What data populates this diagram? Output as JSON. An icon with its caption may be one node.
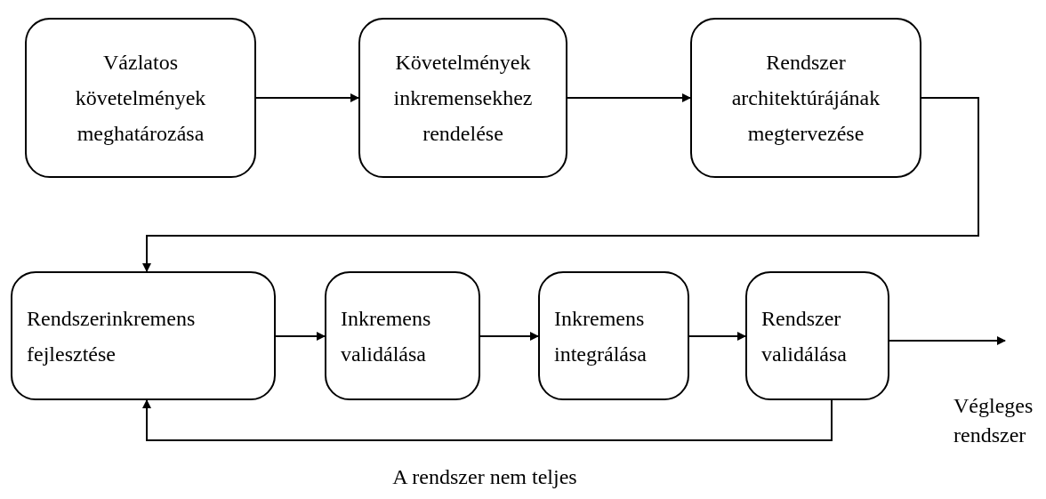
{
  "diagram": {
    "nodes": [
      {
        "text": [
          "Vázlatos követelmények meghatározása"
        ]
      },
      {
        "text": [
          "Követelmények inkremensekhez rendelése"
        ]
      },
      {
        "text": [
          "Rendszer architektúrájának megtervezése"
        ]
      },
      {
        "text": [
          "Rendszerinkremens fejlesztése"
        ]
      },
      {
        "text": [
          "Inkremens validálása"
        ]
      },
      {
        "text": [
          "Inkremens integrálása"
        ]
      },
      {
        "text": [
          "Rendszer validálása"
        ]
      }
    ],
    "edges": [
      {
        "from": 0,
        "to": 1,
        "arrow": "to"
      },
      {
        "from": 1,
        "to": 2,
        "arrow": "to"
      },
      {
        "from": 2,
        "to": 3,
        "arrow": "to"
      },
      {
        "from": 3,
        "to": 4,
        "arrow": "to"
      },
      {
        "from": 4,
        "to": 5,
        "arrow": "to"
      },
      {
        "from": 5,
        "to": 6,
        "arrow": "to"
      },
      {
        "from": 6,
        "to": null,
        "arrow": "to"
      },
      {
        "from": 6,
        "to": 3,
        "arrow": "to",
        "label": "A rendszer nem teljes"
      }
    ],
    "labels": [
      "Végleges rendszer"
    ]
  }
}
